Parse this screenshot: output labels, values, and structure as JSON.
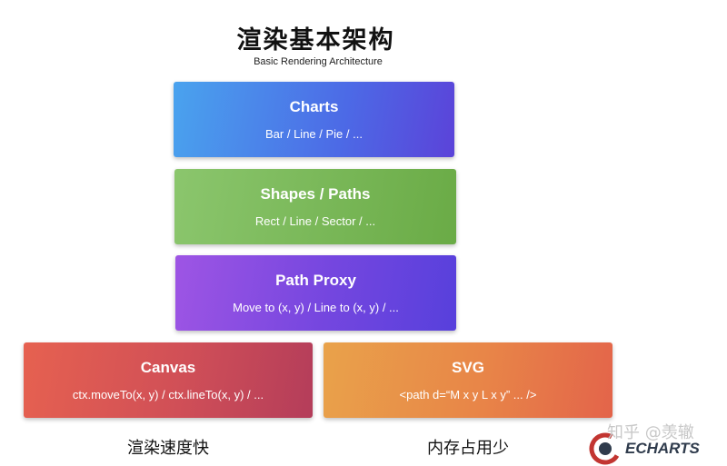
{
  "title": "渲染基本架构",
  "subtitle": "Basic Rendering Architecture",
  "layers": {
    "charts": {
      "name": "Charts",
      "desc": "Bar / Line / Pie / ..."
    },
    "shapes": {
      "name": "Shapes / Paths",
      "desc": "Rect / Line / Sector / ..."
    },
    "path_proxy": {
      "name": "Path Proxy",
      "desc": "Move to (x, y) / Line to (x, y) / ..."
    },
    "canvas": {
      "name": "Canvas",
      "desc": "ctx.moveTo(x, y) / ctx.lineTo(x, y) / ..."
    },
    "svg": {
      "name": "SVG",
      "desc": "<path d=“M x y L x y” ... />"
    }
  },
  "captions": {
    "canvas": "渲染速度快",
    "svg": "内存占用少"
  },
  "watermark": {
    "text": "知乎 @羡辙",
    "logo": "ECHARTS"
  },
  "colors": {
    "charts": "#4c6ae6",
    "shapes": "#6aab46",
    "path_proxy": "#7446df",
    "canvas": "#d04f57",
    "svg": "#e88548"
  }
}
